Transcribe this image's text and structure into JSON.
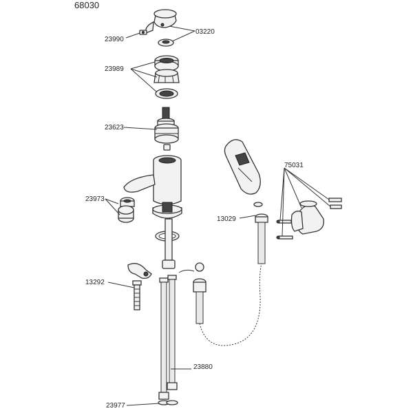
{
  "diagram": {
    "model_number": "68030",
    "part_labels": {
      "p23990": "23990",
      "p03220": "03220",
      "p23989": "23989",
      "p23623": "23623",
      "p23973": "23973",
      "p13292": "13292",
      "p75031": "75031",
      "p13029": "13029",
      "p23880": "23880",
      "p23977": "23977"
    }
  }
}
